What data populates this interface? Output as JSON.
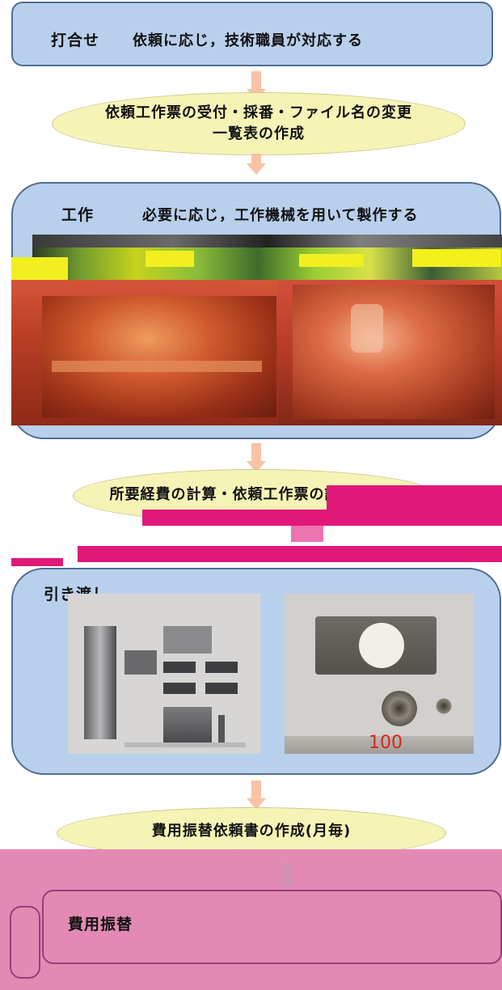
{
  "step1": {
    "title": "打合せ",
    "description": "依頼に応じ，技術職員が対応する"
  },
  "ellipse1": {
    "line1": "依頼工作票の受付・採番・ファイル名の変更",
    "line2": "一覧表の作成"
  },
  "step2": {
    "title": "工作",
    "description": "必要に応じ，工作機械を用いて製作する"
  },
  "ellipse2": {
    "text": "所要経費の計算・依頼工作票の記入・送付"
  },
  "step3": {
    "title": "引き渡し",
    "ruler_label": "100"
  },
  "ellipse3": {
    "text": "費用振替依頼書の作成(月毎)"
  },
  "step4": {
    "title": "費用振替"
  },
  "colors": {
    "box_fill": "#b9d0ec",
    "box_border": "#4f6c95",
    "ellipse_fill": "#f6f3b6",
    "arrow": "#f8c2a4",
    "glitch_magenta": "#e0187a",
    "bottom_pink": "#e38ab4"
  }
}
